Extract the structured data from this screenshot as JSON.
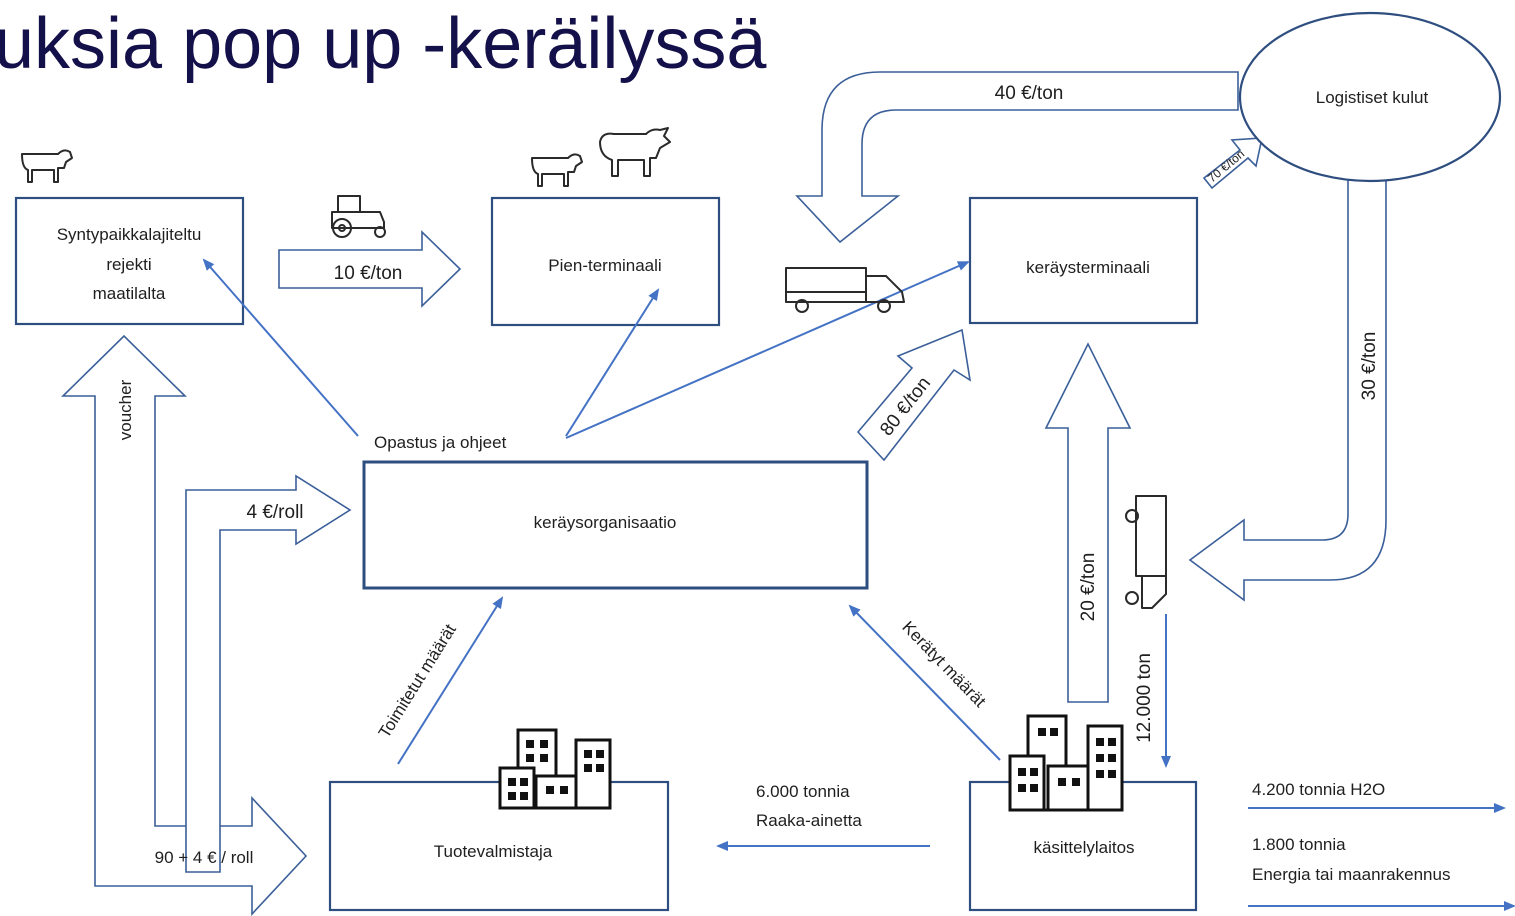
{
  "title": "uksia pop up -keräilyssä",
  "nodes": {
    "origin": [
      "Syntypaikkalajiteltu",
      "rejekti",
      "maatilalta"
    ],
    "small_terminal": "Pien-terminaali",
    "collection_terminal": "keräysterminaali",
    "logistics": "Logistiset kulut",
    "organisation": "keräysorganisaatio",
    "manufacturer": "Tuotevalmistaja",
    "plant": "käsittelylaitos"
  },
  "labels": {
    "tractor_cost": "10 €/ton",
    "return_cost": "40 €/ton",
    "logistics_cost": "70 €/ton",
    "logistics_return": "30 €/ton",
    "org_cost": "80 €/ton",
    "plant_cost": "20 €/ton",
    "guidance": "Opastus ja ohjeet",
    "voucher": "voucher",
    "roll_price": "4 €/roll",
    "roll_total": "90 + 4 € / roll",
    "delivered": "Toimitetut määrät",
    "collected": "Kerätyt määrät",
    "tonnage": "12.000 ton",
    "raw_material": [
      "6.000 tonnia",
      "Raaka-ainetta"
    ],
    "water": "4.200 tonnia H2O",
    "energy": [
      "1.800 tonnia",
      "Energia tai maanrakennus"
    ]
  },
  "icons": [
    "cow-icon",
    "bull-icon",
    "tractor-icon",
    "truck-icon",
    "building-icon"
  ]
}
